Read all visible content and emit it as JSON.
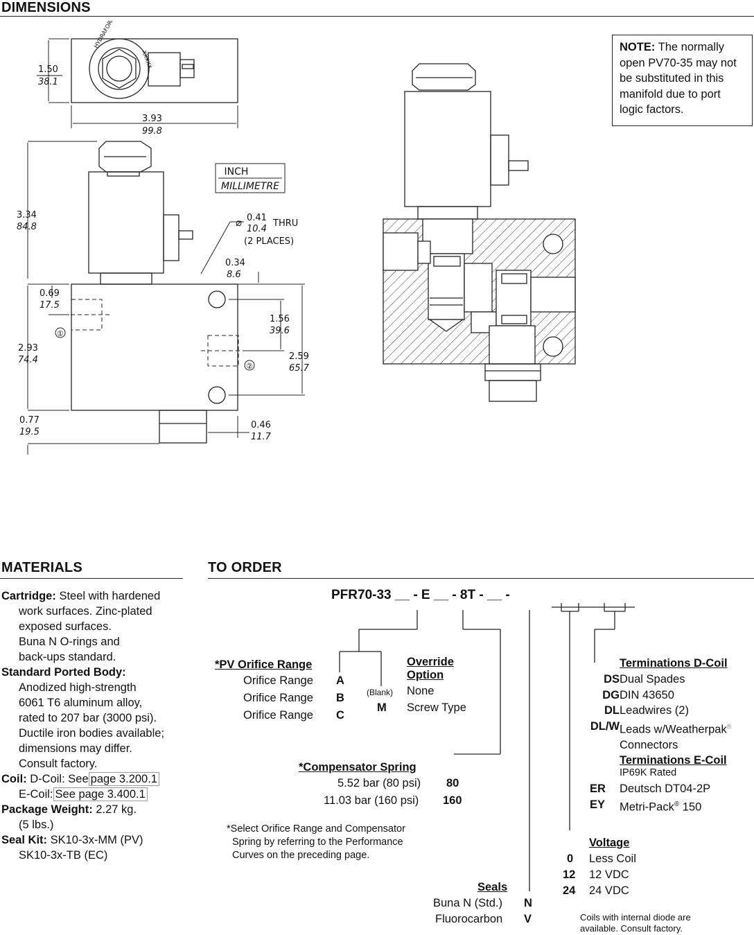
{
  "dimensions": {
    "title": "DIMENSIONS",
    "top_view": {
      "height_in": "1.50",
      "height_mm": "38.1",
      "width_in": "3.93",
      "width_mm": "99.8",
      "brand_mark": "HYDRAFORCE",
      "code_mark": "XXXXX"
    },
    "units_legend": {
      "inch": "INCH",
      "mm": "MILLIMETRE"
    },
    "front_view": {
      "overall_height_in": "3.34",
      "overall_height_mm": "84.8",
      "hole_dia_in": "0.41",
      "hole_dia_mm": "10.4",
      "hole_thru": "THRU",
      "hole_places": "(2 PLACES)",
      "hole_offset_in": "0.34",
      "hole_offset_mm": "8.6",
      "port1_in": "0.69",
      "port1_mm": "17.5",
      "port2_in": "1.56",
      "port2_mm": "39.6",
      "body_height_in": "2.93",
      "body_height_mm": "74.4",
      "hole_spacing_in": "2.59",
      "hole_spacing_mm": "65.7",
      "bottom_left_in": "0.77",
      "bottom_left_mm": "19.5",
      "bottom_right_in": "0.46",
      "bottom_right_mm": "11.7",
      "port1_label": "①",
      "port2_label": "②",
      "dia_symbol": "⌀"
    },
    "note": {
      "label": "NOTE:",
      "text": "The normally open PV70-35 may not be substituted in this manifold due to port logic factors."
    }
  },
  "materials": {
    "title": "MATERIALS",
    "cartridge_label": "Cartridge:",
    "cartridge_lines": [
      "Steel with hardened",
      "work surfaces. Zinc-plated",
      "exposed surfaces.",
      "Buna N O-rings and",
      "back-ups standard."
    ],
    "body_label": "Standard Ported Body:",
    "body_lines": [
      "Anodized high-strength",
      "6061 T6 aluminum alloy,",
      "rated to 207 bar (3000 psi).",
      "Ductile iron bodies available;",
      "dimensions may differ.",
      "Consult factory."
    ],
    "coil_label": "Coil:",
    "coil_d_prefix": "D-Coil: See",
    "coil_d_link": "page 3.200.1",
    "coil_e_prefix": "E-Coil:",
    "coil_e_link": "See page 3.400.1",
    "weight_label": "Package Weight:",
    "weight_value": "2.27 kg.",
    "weight_lbs": "(5 lbs.)",
    "seal_label": "Seal Kit:",
    "seal_line1": "SK10-3x-MM  (PV)",
    "seal_line2": "SK10-3x-TB  (EC)"
  },
  "order": {
    "title": "TO ORDER",
    "model": {
      "p1": "PFR70-33",
      "blank1": "__",
      "p2": "- E",
      "blank2": "__",
      "p3": "- 8T -",
      "blank3": "__",
      "p4": "-"
    },
    "pv_orifice": {
      "heading": "*PV Orifice Range",
      "rows": [
        {
          "label": "Orifice Range",
          "code": "A"
        },
        {
          "label": "Orifice Range",
          "code": "B"
        },
        {
          "label": "Orifice Range",
          "code": "C"
        }
      ]
    },
    "override": {
      "heading_1": "Override",
      "heading_2": "Option",
      "rows": [
        {
          "code": "(Blank)",
          "label": "None"
        },
        {
          "code": "M",
          "label": "Screw Type"
        }
      ]
    },
    "spring": {
      "heading": "*Compensator Spring",
      "rows": [
        {
          "label": "5.52 bar (80 psi)",
          "code": "80"
        },
        {
          "label": "11.03 bar (160 psi)",
          "code": "160"
        }
      ]
    },
    "footnote": [
      "*Select Orifice Range and Compensator",
      "Spring by referring to the Performance",
      "Curves on the preceding page."
    ],
    "seals": {
      "heading": "Seals",
      "rows": [
        {
          "label": "Buna N (Std.)",
          "code": "N"
        },
        {
          "label": "Fluorocarbon",
          "code": "V"
        }
      ]
    },
    "term_d": {
      "heading": "Terminations D-Coil",
      "rows": [
        {
          "code": "DS",
          "label": "Dual Spades"
        },
        {
          "code": "DG",
          "label": "DIN 43650"
        },
        {
          "code": "DL",
          "label": "Leadwires (2)"
        },
        {
          "code": "DL/W",
          "label": "Leads w/Weatherpak",
          "sup": "®"
        }
      ],
      "continuation": "Connectors"
    },
    "term_e": {
      "heading": "Terminations E-Coil",
      "sub": "IP69K Rated",
      "rows": [
        {
          "code": "ER",
          "label": "Deutsch DT04-2P"
        },
        {
          "code": "EY",
          "label": "Metri-Pack",
          "sup": "®",
          "label_tail": " 150"
        }
      ]
    },
    "voltage": {
      "heading": "Voltage",
      "rows": [
        {
          "code": "0",
          "label": "Less Coil"
        },
        {
          "code": "12",
          "label": "12 VDC"
        },
        {
          "code": "24",
          "label": "24 VDC"
        }
      ]
    },
    "coil_note": [
      "Coils with internal diode are",
      "available. Consult factory."
    ]
  }
}
